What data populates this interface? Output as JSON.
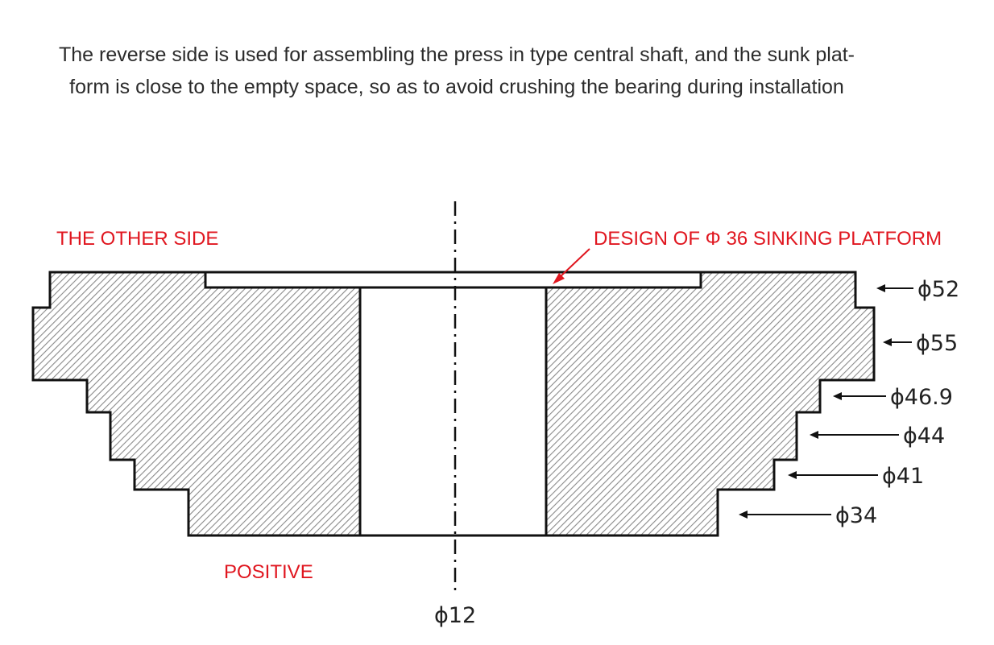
{
  "description": {
    "line1": "The reverse side is used for assembling the press in type central shaft, and the sunk plat-",
    "line2": "form is close to the empty space, so as to avoid crushing the bearing during installation"
  },
  "labels": {
    "other_side": "THE OTHER SIDE",
    "sinking_platform": "DESIGN OF Φ 36 SINKING PLATFORM",
    "positive": "POSITIVE"
  },
  "dimensions": {
    "d52": "ϕ52",
    "d55": "ϕ55",
    "d46_9": "ϕ46.9",
    "d44": "ϕ44",
    "d41": "ϕ41",
    "d34": "ϕ34",
    "d12": "ϕ12"
  },
  "colors": {
    "label_red": "#e0161f",
    "outline": "#111111",
    "hatch": "#8a8a8a"
  }
}
